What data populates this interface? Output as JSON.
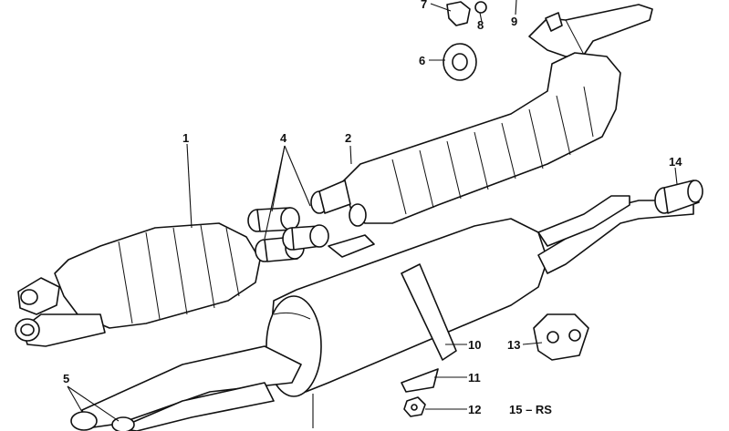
{
  "diagram": {
    "callouts": [
      {
        "id": "1",
        "text": "1"
      },
      {
        "id": "2",
        "text": "2"
      },
      {
        "id": "4",
        "text": "4"
      },
      {
        "id": "5",
        "text": "5"
      },
      {
        "id": "6",
        "text": "6"
      },
      {
        "id": "7",
        "text": "7"
      },
      {
        "id": "8",
        "text": "8"
      },
      {
        "id": "9",
        "text": "9"
      },
      {
        "id": "10",
        "text": "10"
      },
      {
        "id": "11",
        "text": "11"
      },
      {
        "id": "12",
        "text": "12"
      },
      {
        "id": "13",
        "text": "13"
      },
      {
        "id": "14",
        "text": "14"
      },
      {
        "id": "15",
        "text": "15 – RS"
      }
    ]
  }
}
